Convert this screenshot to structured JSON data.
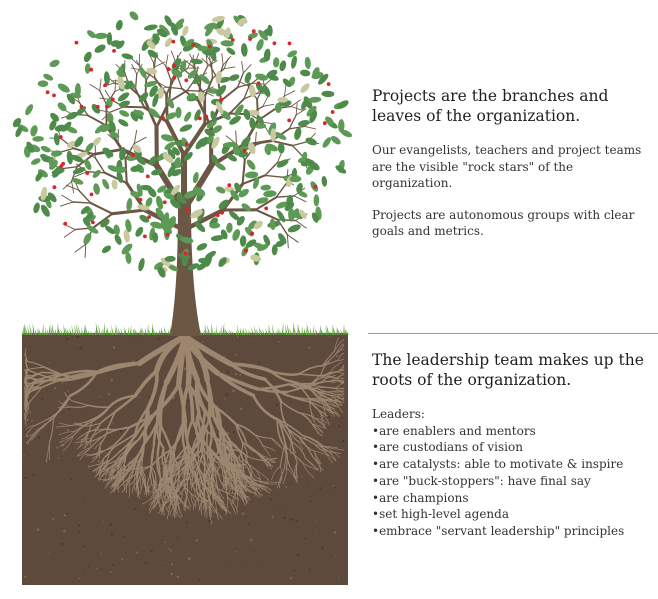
{
  "top": {
    "heading": "Projects are the branches and leaves of the organization.",
    "paragraphs": [
      "Our evangelists, teachers and project teams are the visible \"rock stars\" of the organization.",
      "Projects are autonomous groups with clear goals and metrics."
    ]
  },
  "bottom": {
    "heading": "The leadership team makes up the roots of the organization.",
    "intro": "Leaders:",
    "items": [
      "are enablers and mentors",
      "are custodians of vision",
      "are catalysts: able to motivate & inspire",
      "are \"buck-stoppers\": have final say",
      "are champions",
      "set high-level agenda",
      "embrace \"servant leadership\" principles"
    ]
  },
  "colors": {
    "leaf": "#4e8a4a",
    "leaf_pale": "#c9c9a0",
    "berry": "#d8252b",
    "trunk": "#6b5744",
    "soil": "#5e4a3c",
    "root": "#9c8670",
    "grass": "#5a9a3e",
    "divider": "#9a9a9a"
  }
}
